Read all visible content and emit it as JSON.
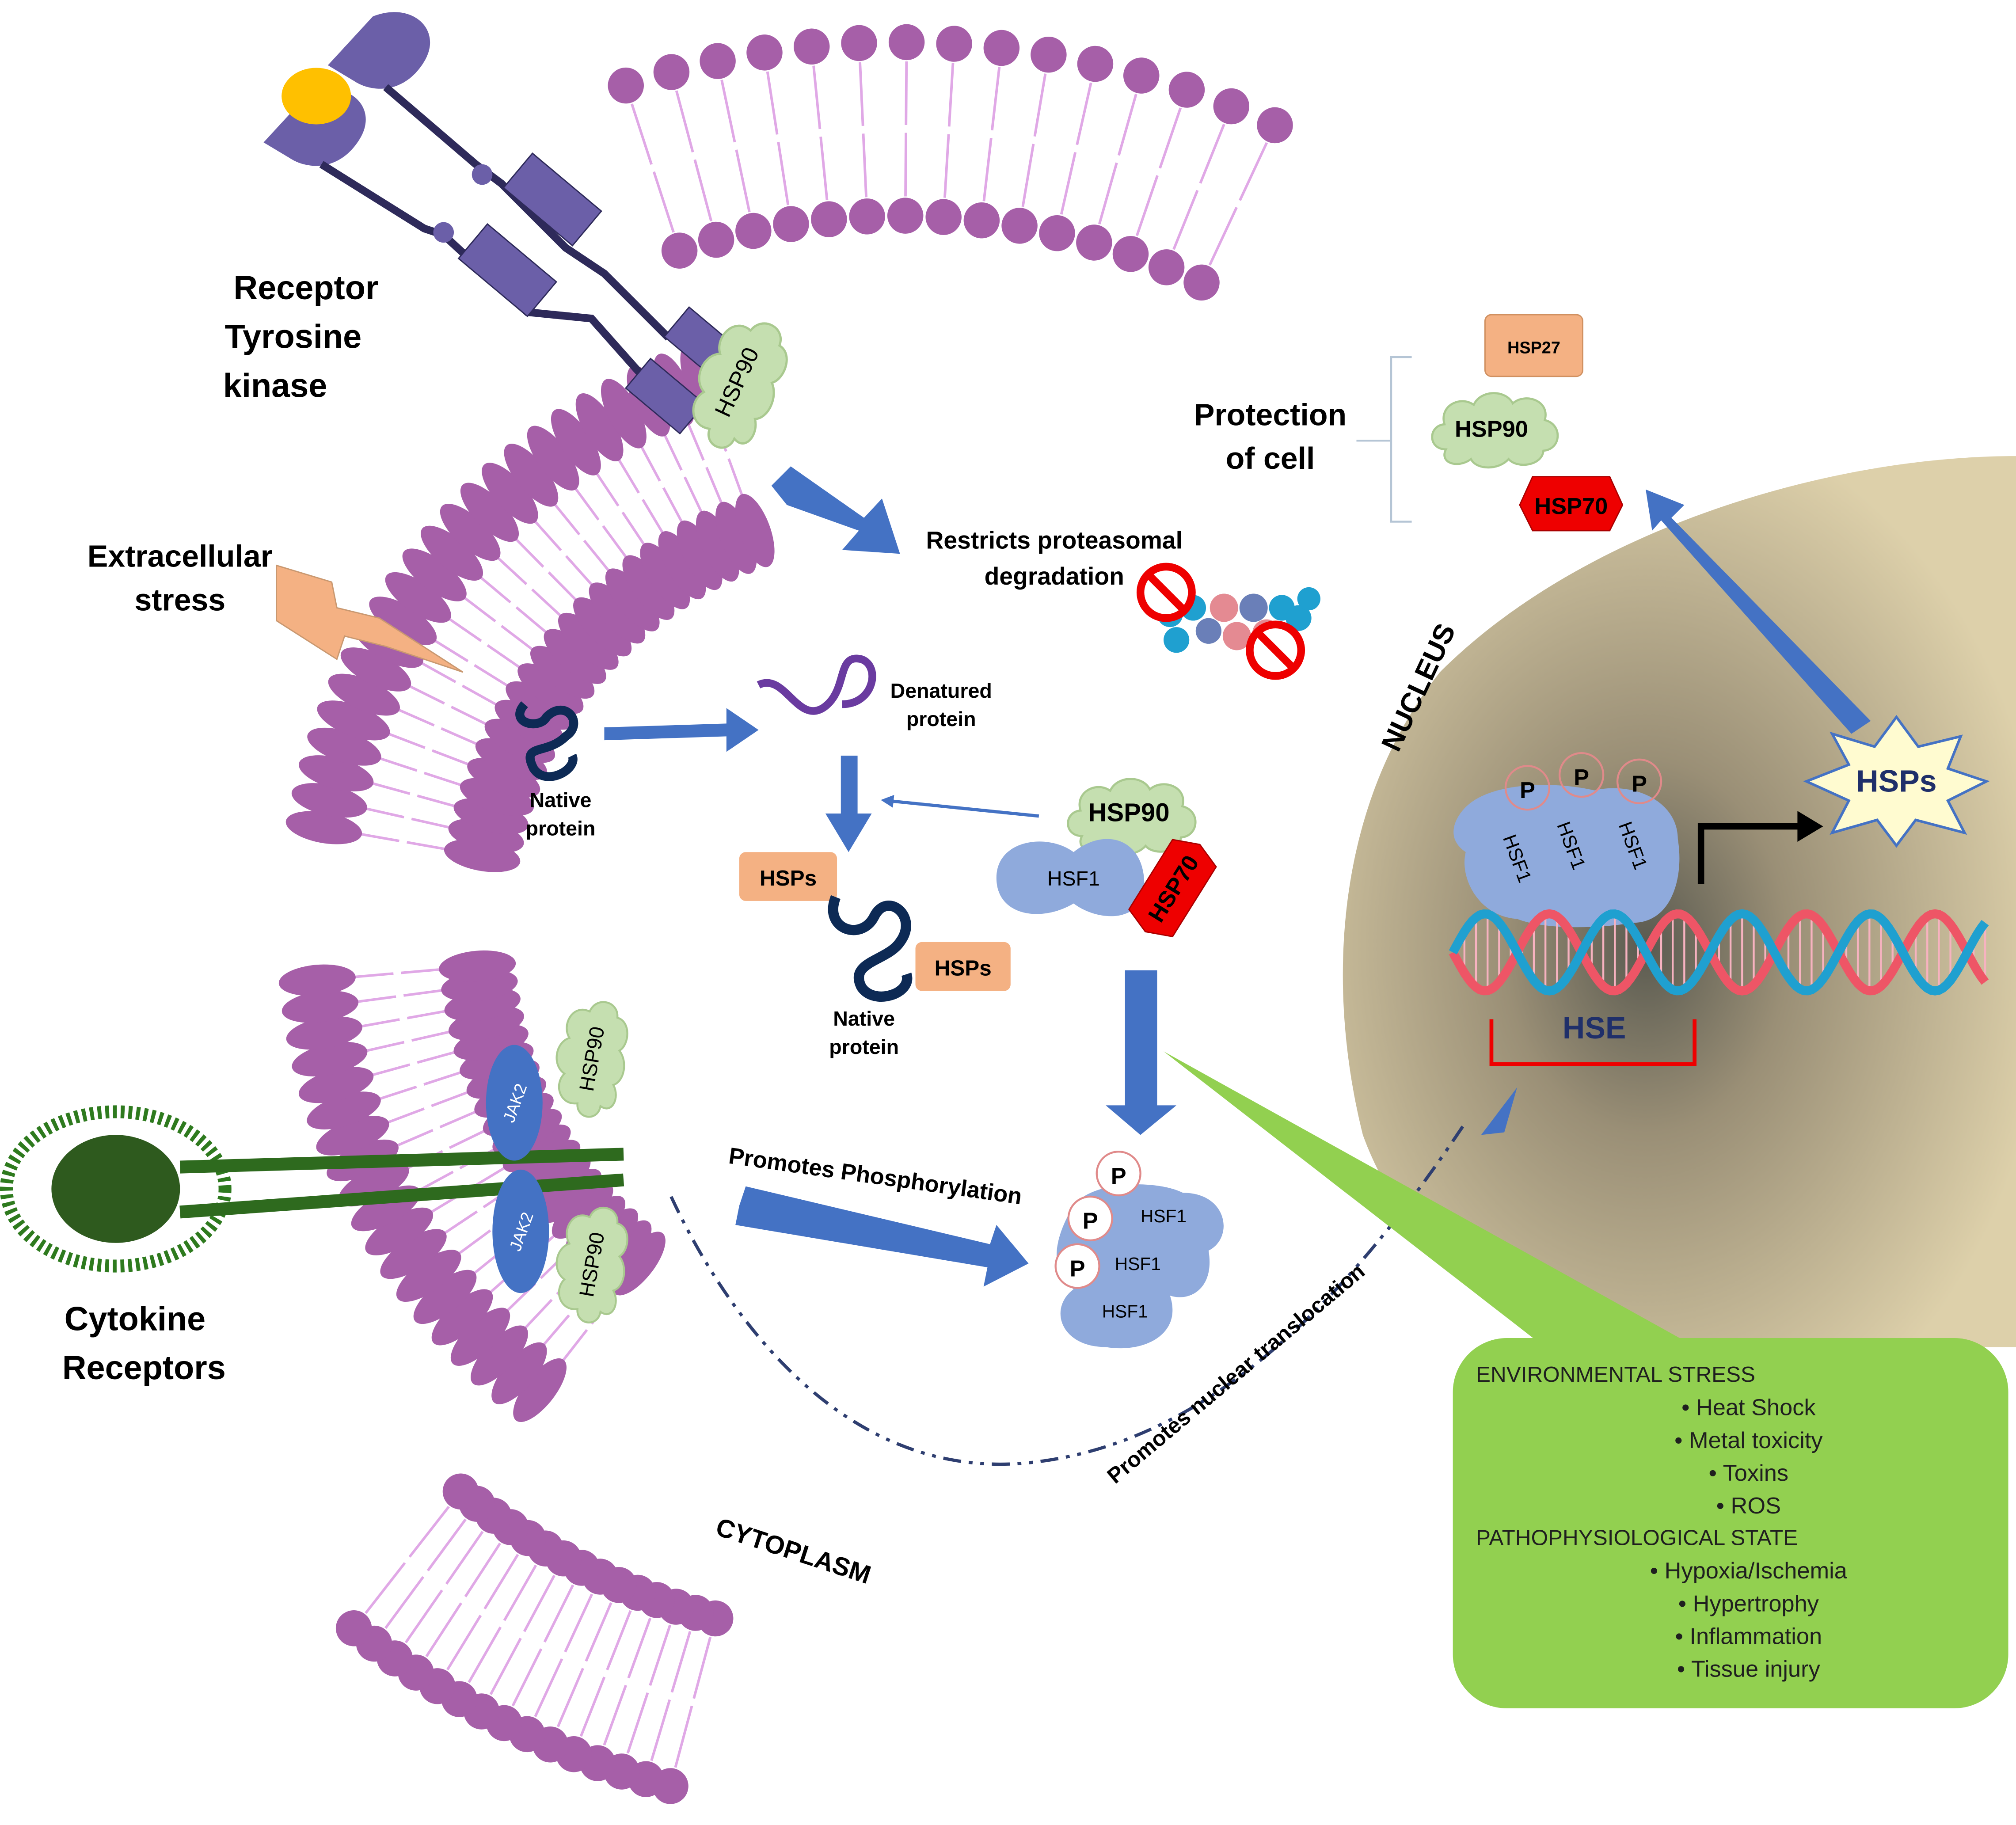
{
  "labels": {
    "receptor_tyrosine_kinase": [
      "Receptor",
      "Tyrosine",
      "kinase"
    ],
    "extracellular_stress": [
      "Extracellular",
      "stress"
    ],
    "cytokine_receptors": [
      "Cytokine",
      "Receptors"
    ],
    "restricts_degradation": [
      "Restricts proteasomal",
      "degradation"
    ],
    "denatured_protein": [
      "Denatured",
      "protein"
    ],
    "native_protein": [
      "Native",
      "protein"
    ],
    "protection_of_cell": [
      "Protection",
      "of cell"
    ],
    "nucleus": "NUCLEUS",
    "cytoplasm": "CYTOPLASM",
    "promotes_phosphorylation": "Promotes Phosphorylation",
    "promotes_nuclear_translocation": "Promotes nuclear translocation",
    "hse": "HSE",
    "hsps_star": "HSPs"
  },
  "proteins": {
    "hsp90": "HSP90",
    "hsp70": "HSP70",
    "hsp27": "HSP27",
    "hsf1": "HSF1",
    "hsps": "HSPs",
    "jak2": "JAK2",
    "phospho": "P"
  },
  "info_box": {
    "env_heading": "ENVIRONMENTAL STRESS",
    "env_items": [
      "Heat Shock",
      "Metal toxicity",
      "Toxins",
      "ROS"
    ],
    "patho_heading": "PATHOPHYSIOLOGICAL STATE",
    "patho_items": [
      "Hypoxia/Ischemia",
      "Hypertrophy",
      "Inflammation",
      "Tissue injury"
    ]
  },
  "colors": {
    "lipid_head": "#a65fa8",
    "lipid_tail": "#e0a8e6",
    "arrow_blue": "#4472c4",
    "hsp90_green": "#c5dfb0",
    "hsp70_red": "#ee0000",
    "hsps_orange": "#f4b183",
    "hsf1_blue": "#8faadc",
    "info_green": "#92d050",
    "nucleus_tan": "#d9c9a3",
    "rtk_purple": "#6b5fa8",
    "cytokine_green": "#2e5a1e"
  }
}
